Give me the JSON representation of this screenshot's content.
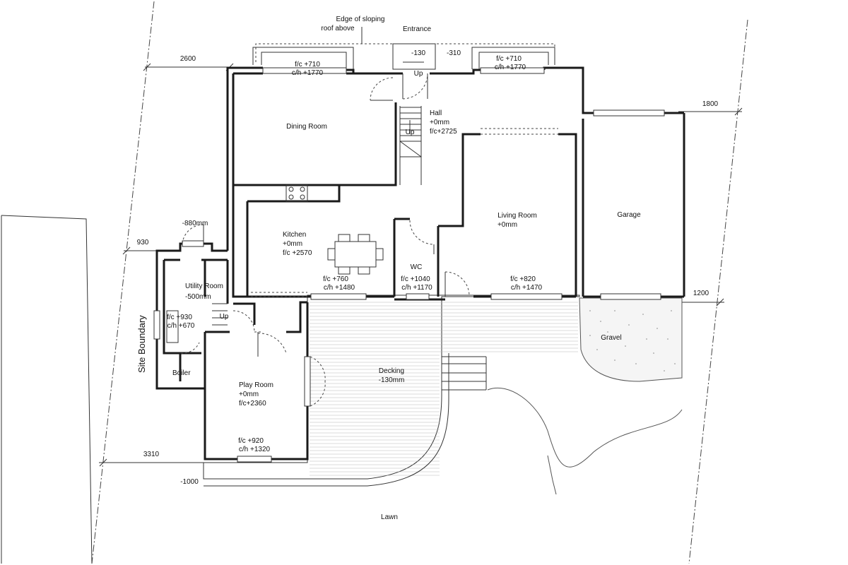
{
  "annotations": {
    "edge_roof": [
      "Edge of sloping",
      "roof above"
    ],
    "entrance": "Entrance",
    "step_130": "-130",
    "step_310": "-310",
    "up_entrance": "Up",
    "up_stair": "Up",
    "up_utility": "Up",
    "site_boundary": "Site Boundary",
    "lawn": "Lawn",
    "gravel": "Gravel"
  },
  "dimensions": {
    "d2600": "2600",
    "d1800": "1800",
    "d930": "930",
    "d1200": "1200",
    "d3310": "3310",
    "level_880": "-880mm",
    "level_1000": "-1000"
  },
  "windows": {
    "dining_window": [
      "f/c +710",
      "c/h +1770"
    ],
    "living_front_window": [
      "f/c +710",
      "c/h +1770"
    ],
    "kitchen_window": [
      "f/c +760",
      "c/h +1480"
    ],
    "wc_window": [
      "f/c +1040",
      "c/h +1170"
    ],
    "living_rear_window": [
      "f/c +820",
      "c/h +1470"
    ],
    "utility_window": [
      "f/c +930",
      "c/h +670"
    ],
    "play_window": [
      "f/c +920",
      "c/h +1320"
    ]
  },
  "rooms": {
    "dining": {
      "name": "Dining Room"
    },
    "hall": {
      "name": "Hall",
      "level": "+0mm",
      "ceiling": "f/c+2725"
    },
    "living": {
      "name": "Living Room",
      "level": "+0mm"
    },
    "garage": {
      "name": "Garage"
    },
    "kitchen": {
      "name": "Kitchen",
      "level": "+0mm",
      "ceiling": "f/c +2570"
    },
    "wc": {
      "name": "WC"
    },
    "utility": {
      "name": "Utility Room",
      "level": "-500mm"
    },
    "boiler": {
      "name": "Boiler"
    },
    "play": {
      "name": "Play Room",
      "level": "+0mm",
      "ceiling": "f/c+2360"
    },
    "decking": {
      "name": "Decking",
      "level": "-130mm"
    }
  }
}
